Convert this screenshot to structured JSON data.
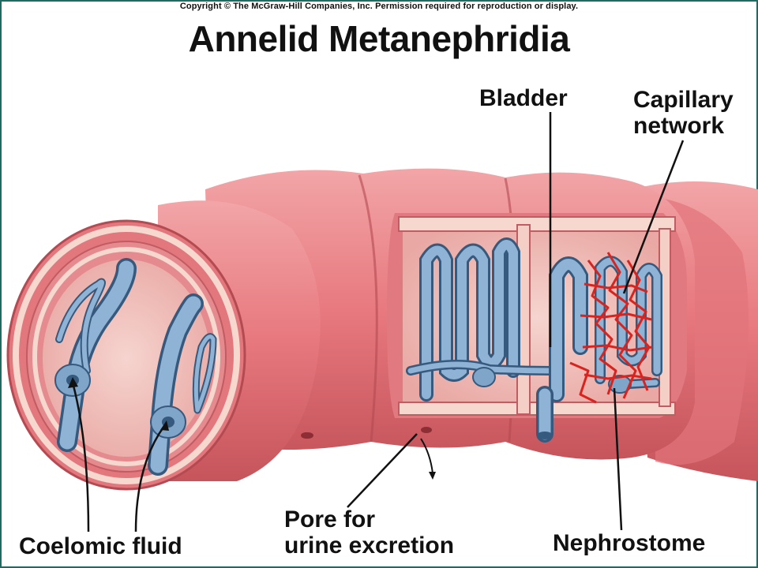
{
  "copyright": "Copyright © The McGraw-Hill Companies, Inc. Permission required for reproduction or display.",
  "title": "Annelid Metanephridia",
  "labels": {
    "bladder": "Bladder",
    "capillary_line1": "Capillary",
    "capillary_line2": "network",
    "pore_line1": "Pore for",
    "pore_line2": "urine excretion",
    "coelomic": "Coelomic fluid",
    "nephrostome": "Nephrostome"
  },
  "colors": {
    "body_wall": "#e8868a",
    "body_wall_dark": "#c75a60",
    "body_wall_light": "#f3b2b2",
    "cavity": "#f1c3bd",
    "tubule": "#7fa6c9",
    "tubule_dark": "#36597e",
    "capillary": "#d9231f",
    "frame": "#1f6b62"
  }
}
